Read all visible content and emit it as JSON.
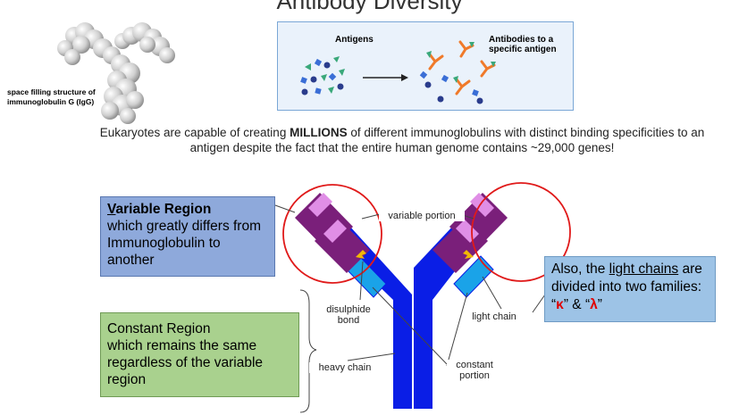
{
  "title": "Antibody Diversity",
  "molecule_caption": "space filling structure of immunoglobulin G (IgG)",
  "inset": {
    "antigens_label": "Antigens",
    "antibodies_label": "Antibodies to a specific antigen"
  },
  "intro": {
    "before": "Eukaryotes are capable of creating ",
    "emphasis": "MILLIONS",
    "after": " of different immunoglobulins with distinct binding specificities to an antigen despite the fact that the entire human genome contains ~29,000 genes!"
  },
  "variable_box": {
    "heading_first_letter": "V",
    "heading_rest": "ariable Region",
    "body": "which greatly differs from Immunoglobulin to another"
  },
  "constant_box": {
    "heading": "Constant Region",
    "body": "which remains the same regardless of the variable region"
  },
  "light_box": {
    "prefix": "Also, the ",
    "underlined": "light chains",
    "middle": " are divided into two families: “",
    "kappa": "κ",
    "sep": "” & “",
    "lambda": "λ",
    "suffix": "”"
  },
  "diagram_labels": {
    "variable_portion": "variable portion",
    "disulphide": "disulphide",
    "bond": "bond",
    "light_chain": "light chain",
    "heavy_chain": "heavy chain",
    "constant": "constant",
    "portion": "portion"
  },
  "colors": {
    "heavy": "#0a1ee6",
    "light_constant": "#1aa3e8",
    "variable_purple": "#7a1f7a",
    "highlight_pink": "#e08ee6",
    "circle_red": "#e01a1a",
    "disulphide_gold": "#f2b705"
  }
}
